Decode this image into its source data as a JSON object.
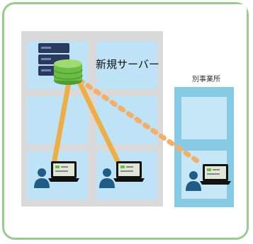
{
  "labels": {
    "new_server": "新規サーバー",
    "branch_office": "別事業所"
  },
  "colors": {
    "card_border": "#9bca8f",
    "main_building": "#d9d9d9",
    "room": "#bfe3f6",
    "branch_building": "#86cbe3",
    "wired_link": "#f3a933",
    "remote_link": "#f3b06a",
    "server_db": "#6cbd45",
    "server_rack": "#2a3a5f",
    "user": "#1f5d86"
  },
  "icons": {
    "server": "server-with-database-icon",
    "client": "user-with-laptop-icon"
  },
  "connections": [
    {
      "from": "server",
      "to": "client-1",
      "style": "solid"
    },
    {
      "from": "server",
      "to": "client-2",
      "style": "solid"
    },
    {
      "from": "server",
      "to": "client-3",
      "style": "dotted"
    }
  ]
}
